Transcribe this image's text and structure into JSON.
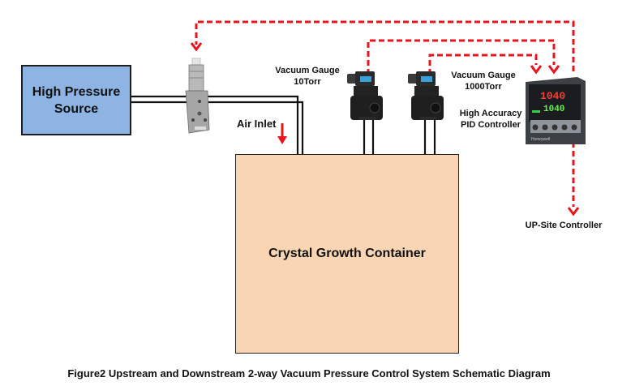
{
  "diagram": {
    "high_pressure_source": "High Pressure Source",
    "container": "Crystal Growth Container",
    "air_inlet": "Air Inlet",
    "gauge_1": {
      "line1": "Vacuum Gauge",
      "line2": "10Torr"
    },
    "gauge_2": {
      "line1": "Vacuum Gauge",
      "line2": "1000Torr"
    },
    "pid": {
      "line1": "High Accuracy",
      "line2": "PID Controller",
      "pv": "1040",
      "sp": "1040",
      "brand": "Honeywell"
    },
    "upsite": "UP-Site Controller",
    "caption": "Figure2 Upstream and Downstream 2-way Vacuum Pressure Control System Schematic Diagram"
  },
  "colors": {
    "signal": "#e8141c",
    "source_fill": "#8db4e2",
    "container_fill": "#fad5b3",
    "pipe": "#111111"
  }
}
